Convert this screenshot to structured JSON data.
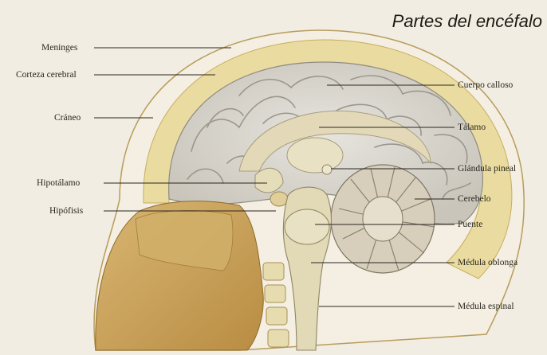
{
  "title": "Partes del encéfalo",
  "labels_left": [
    {
      "id": "meninges",
      "text": "Meninges"
    },
    {
      "id": "corteza",
      "text": "Corteza cerebral"
    },
    {
      "id": "craneo",
      "text": "Cráneo"
    },
    {
      "id": "hipotalamo",
      "text": "Hipotálamo"
    },
    {
      "id": "hipofisis",
      "text": "Hipófisis"
    }
  ],
  "labels_right": [
    {
      "id": "cuerpo-calloso",
      "text": "Cuerpo calloso"
    },
    {
      "id": "talamo",
      "text": "Tálamo"
    },
    {
      "id": "glandula-pineal",
      "text": "Glándula pineal"
    },
    {
      "id": "cerebelo",
      "text": "Cerebelo"
    },
    {
      "id": "puente",
      "text": "Puente"
    },
    {
      "id": "medula-oblonga",
      "text": "Médula oblonga"
    },
    {
      "id": "medula-espinal",
      "text": "Médula espinal"
    }
  ],
  "colors": {
    "background": "#f1ede2",
    "skull": "#e9dca0",
    "brain": "#dcdad3",
    "brain_shadow": "#b7b3aa",
    "face": "#c9a35a",
    "brainstem": "#ddd6b8",
    "cerebellum": "#cfc6b2",
    "leader": "#2a2620"
  }
}
